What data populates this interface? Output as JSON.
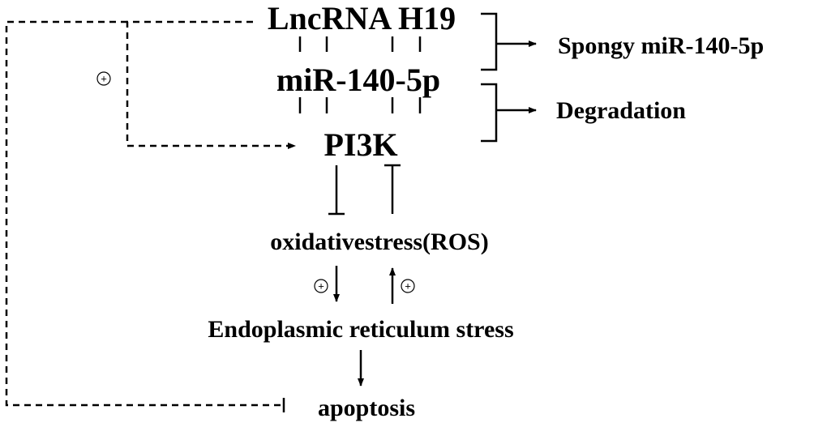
{
  "nodes": {
    "lncrna": "LncRNA H19",
    "mirna": "miR-140-5p",
    "pi3k": "PI3K",
    "ros": "oxidativestress(ROS)",
    "er_stress": "Endoplasmic reticulum stress",
    "apoptosis": "apoptosis"
  },
  "outcomes": {
    "spongy": "Spongy miR-140-5p",
    "degradation": "Degradation"
  },
  "symbols": {
    "positive": "+"
  },
  "colors": {
    "ink": "#000000",
    "background": "#ffffff"
  }
}
